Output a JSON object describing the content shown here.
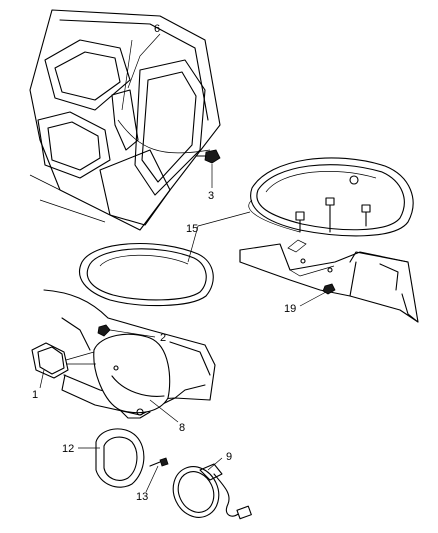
{
  "callouts": [
    {
      "id": "c1",
      "text": "1"
    },
    {
      "id": "c2",
      "text": "2"
    },
    {
      "id": "c3",
      "text": "3"
    },
    {
      "id": "c6",
      "text": "6"
    },
    {
      "id": "c8",
      "text": "8"
    },
    {
      "id": "c9",
      "text": "9"
    },
    {
      "id": "c12",
      "text": "12"
    },
    {
      "id": "c13",
      "text": "13"
    },
    {
      "id": "c15",
      "text": "15"
    },
    {
      "id": "c19",
      "text": "19"
    }
  ]
}
